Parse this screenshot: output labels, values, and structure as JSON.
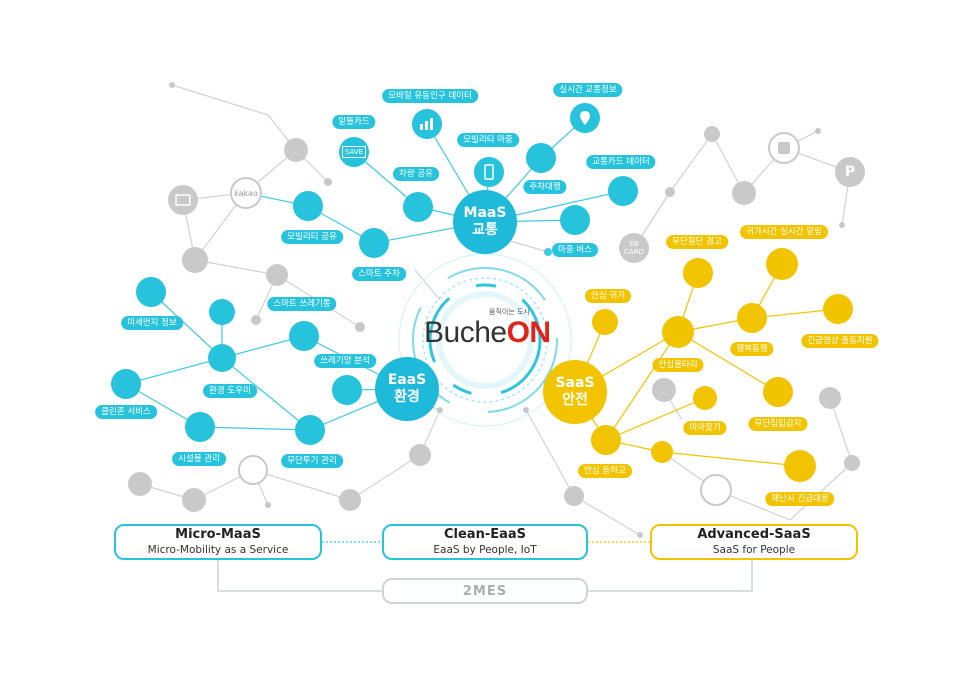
{
  "brand": {
    "prefix": "Buche",
    "suffix": "ON",
    "slogan": "움직이는 도시"
  },
  "hubs": {
    "maas": "MaaS\n교통",
    "eaas": "EaaS\n환경",
    "saas": "SaaS\n안전"
  },
  "colors": {
    "cyan": "#27c3dd",
    "hub_cyan": "#1fb9da",
    "yellow": "#f2c400",
    "gray": "#c8c8c8",
    "line_gray": "#cfcfcf",
    "red": "#e2231a"
  },
  "maas_items": [
    "모바일 유동인구 데이터",
    "실시간 교통정보",
    "알뜰카드",
    "모빌리티 마중",
    "교통카드 데이터",
    "차량 공유",
    "주차대행",
    "모빌리티 공유",
    "스마트 주차",
    "마중 버스"
  ],
  "eaas_items": [
    "스마트 쓰레기통",
    "미세먼지 정보",
    "쓰레기양 분석",
    "환경 도우미",
    "클린존 서비스",
    "무단투기 관리",
    "시설물 관리"
  ],
  "saas_items": [
    "무단횡단 경고",
    "귀가시간 실시간 알림",
    "안심 귀가",
    "안심울타리",
    "행복동행",
    "긴급영상 출동지원",
    "무단침입감지",
    "미아찾기",
    "안심 등하교",
    "재난시 긴급대응"
  ],
  "icon_texts": {
    "kakao": "kakao",
    "save": "SAVE",
    "ebcard": "EB\nCARD"
  },
  "boxes": [
    {
      "title": "Micro-MaaS",
      "sub": "Micro-Mobility as a Service"
    },
    {
      "title": "Clean-EaaS",
      "sub": "EaaS by People, IoT"
    },
    {
      "title": "Advanced-SaaS",
      "sub": "SaaS for People"
    }
  ],
  "footer_label": "2MES"
}
